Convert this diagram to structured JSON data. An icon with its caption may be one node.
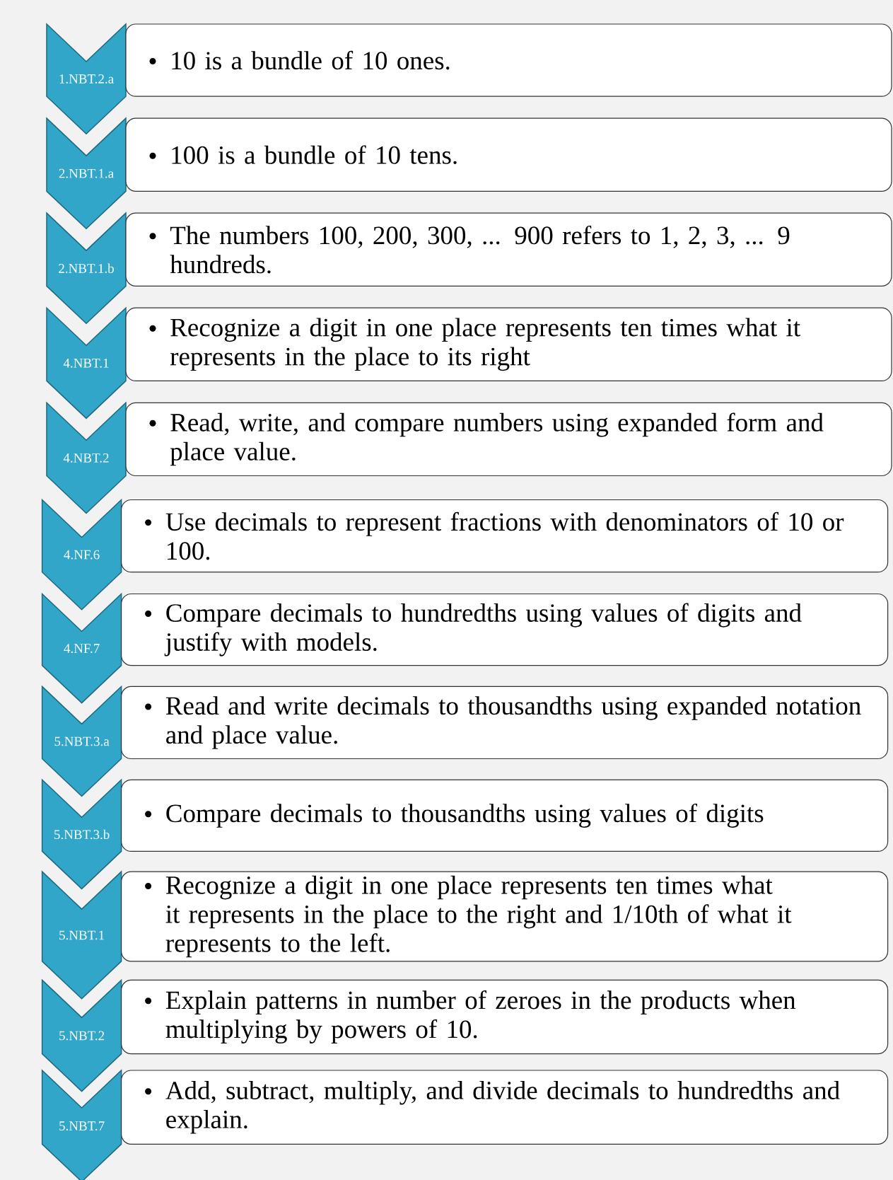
{
  "diagram": {
    "nodes": [
      {
        "text": [
          "1.NBT.2.a"
        ]
      },
      {
        "text": [
          "10 is a bundle of 10 ones."
        ]
      },
      {
        "text": [
          "2.NBT.1.a"
        ]
      },
      {
        "text": [
          "100 is a bundle of 10 tens."
        ]
      },
      {
        "text": [
          "2.NBT.1.b"
        ]
      },
      {
        "text": [
          "The numbers 100, 200, 300, ... 900 refers to 1, 2, 3, ... 9 hundreds."
        ]
      },
      {
        "text": [
          "4.NBT.1"
        ]
      },
      {
        "text": [
          "Recognize a digit in one place represents ten times what it represents in the place to its right"
        ]
      },
      {
        "text": [
          "4.NBT.2"
        ]
      },
      {
        "text": [
          "Read, write, and compare numbers using expanded form and place value."
        ]
      },
      {
        "text": [
          "4.NF.6"
        ]
      },
      {
        "text": [
          "Use decimals to represent fractions with denominators of 10 or 100."
        ]
      },
      {
        "text": [
          "4.NF.7"
        ]
      },
      {
        "text": [
          "Compare decimals to hundredths using values of digits and justify with models."
        ]
      },
      {
        "text": [
          "5.NBT.3.a"
        ]
      },
      {
        "text": [
          "Read and write decimals to thousandths using expanded notation and place value."
        ]
      },
      {
        "text": [
          "5.NBT.3.b"
        ]
      },
      {
        "text": [
          "Compare decimals to thousandths using values of digits"
        ]
      },
      {
        "text": [
          "5.NBT.1"
        ]
      },
      {
        "text": [
          "Recognize a digit in one place represents ten times what it represents in the place to the right and 1/10th of what it represents to the left."
        ]
      },
      {
        "text": [
          "5.NBT.2"
        ]
      },
      {
        "text": [
          "Explain patterns in number of zeroes in the products when multiplying by powers of 10."
        ]
      },
      {
        "text": [
          "5.NBT.7"
        ]
      },
      {
        "text": [
          "Add, subtract, multiply, and divide decimals to hundredths and explain."
        ]
      }
    ]
  }
}
